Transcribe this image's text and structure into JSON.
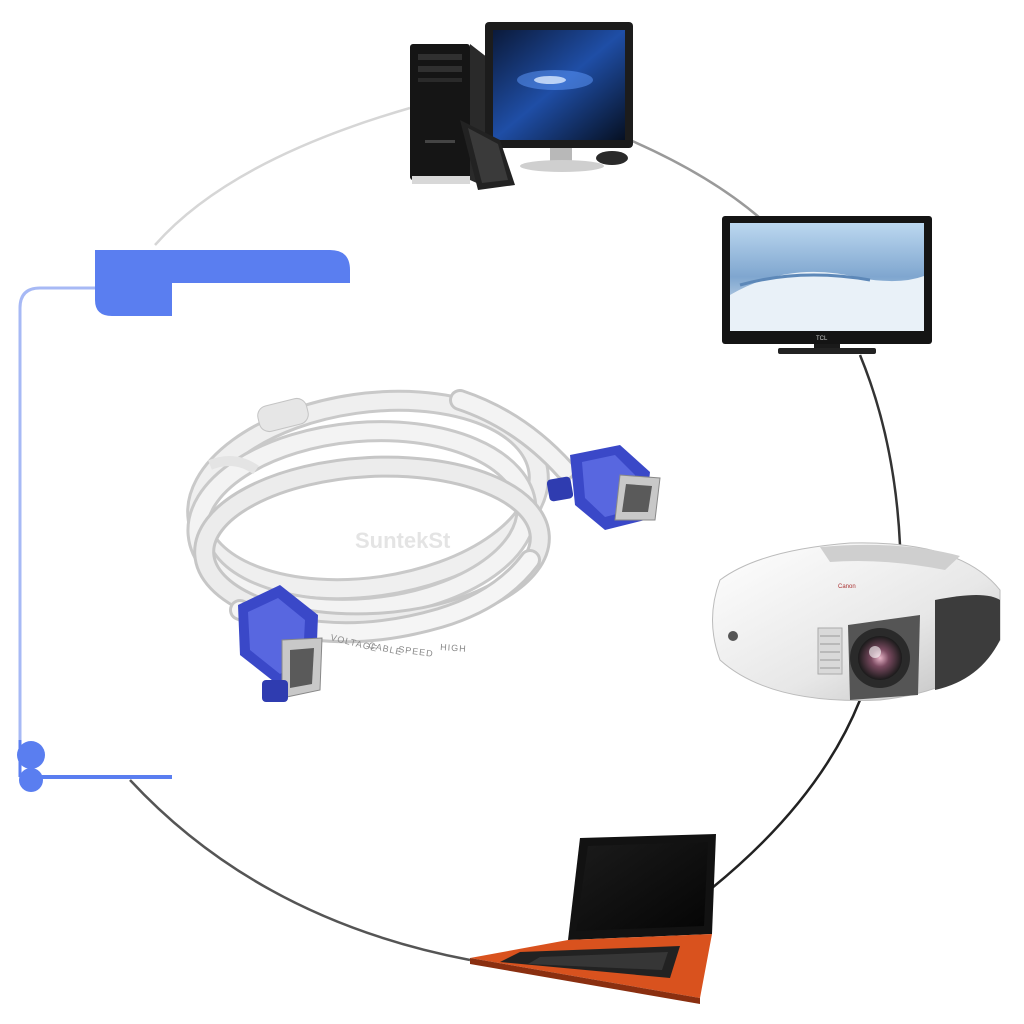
{
  "watermark": "SuntekSt",
  "cable_print": [
    "VOLTAGE",
    "CABLE",
    "SPEED",
    "HIGH"
  ],
  "colors": {
    "accent_blue": "#5a7ef0",
    "accent_blue_light": "#a7b9f5",
    "connector_blue": "#3a48c8",
    "cable_white": "#ececec",
    "ring_line": "#bdbdbd",
    "laptop_orange": "#d9521e"
  },
  "devices": [
    "desktop-computer",
    "lcd-tv",
    "projector",
    "laptop"
  ]
}
